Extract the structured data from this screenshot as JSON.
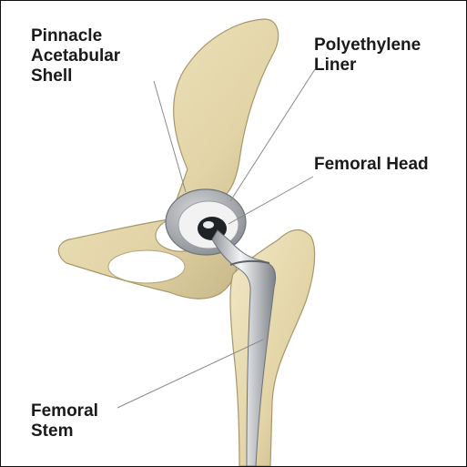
{
  "labels": {
    "shell": "Pinnacle\nAcetabular\nShell",
    "liner": "Polyethylene\nLiner",
    "head": "Femoral Head",
    "stem": "Femoral\nStem"
  },
  "colors": {
    "bone": "#e8dcb2",
    "bone_shade": "#b9a77a",
    "metal": "#c9ccd0",
    "liner": "#f2f2f2",
    "leader_line": "#8a8a8a",
    "text": "#1a1a1a"
  }
}
